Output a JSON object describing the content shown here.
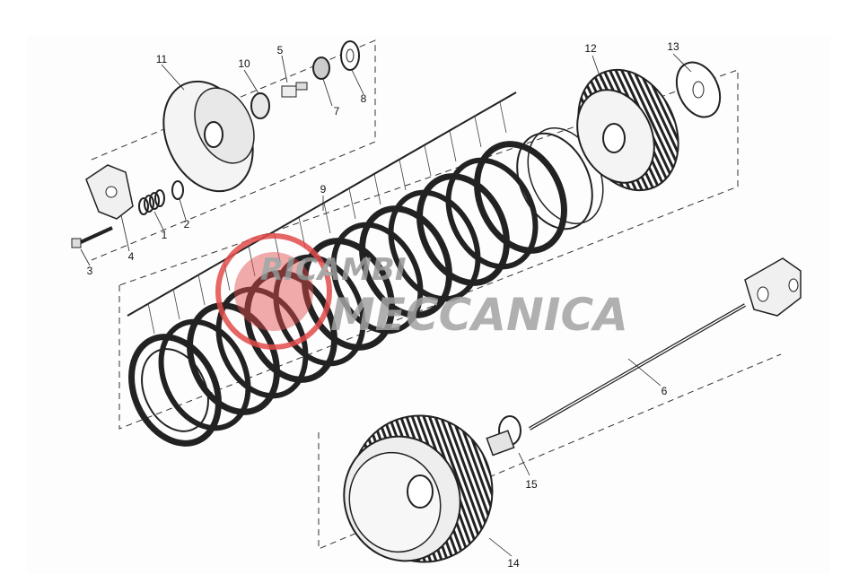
{
  "diagram": {
    "callouts": [
      {
        "id": "1",
        "text": "1"
      },
      {
        "id": "2",
        "text": "2"
      },
      {
        "id": "3",
        "text": "3"
      },
      {
        "id": "4",
        "text": "4"
      },
      {
        "id": "5",
        "text": "5"
      },
      {
        "id": "6",
        "text": "6"
      },
      {
        "id": "7",
        "text": "7"
      },
      {
        "id": "8",
        "text": "8"
      },
      {
        "id": "9",
        "text": "9"
      },
      {
        "id": "10",
        "text": "10"
      },
      {
        "id": "11",
        "text": "11"
      },
      {
        "id": "12",
        "text": "12"
      },
      {
        "id": "13",
        "text": "13"
      },
      {
        "id": "14",
        "text": "14"
      },
      {
        "id": "15",
        "text": "15"
      }
    ]
  },
  "watermark": {
    "line1": "RICAMBI",
    "line2": "MECCANICA",
    "color": "#e34b4b"
  }
}
